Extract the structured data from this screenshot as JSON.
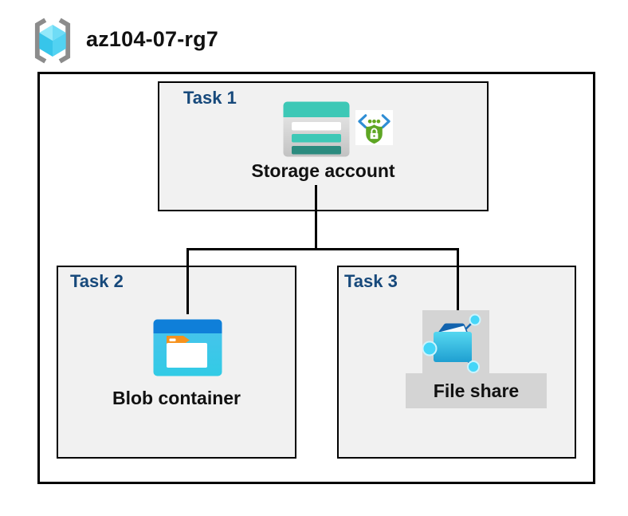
{
  "header": {
    "resource_group_name": "az104-07-rg7",
    "icon": "resource-group-icon"
  },
  "resource_group": {
    "tasks": [
      {
        "label": "Task 1",
        "resource": "Storage account",
        "icons": [
          "storage-account-icon",
          "sas-shield-lock-icon"
        ]
      },
      {
        "label": "Task 2",
        "resource": "Blob container",
        "icons": [
          "blob-container-icon"
        ]
      },
      {
        "label": "Task 3",
        "resource": "File share",
        "icons": [
          "file-share-icon"
        ]
      }
    ],
    "connections": [
      {
        "from": "Storage account",
        "to": "Blob container"
      },
      {
        "from": "Storage account",
        "to": "File share"
      }
    ]
  },
  "colors": {
    "task_label_blue": "#17497B",
    "storage_teal": "#3DC8B6",
    "storage_teal_dark": "#2B8B7F",
    "blob_title_bar_blue": "#0F7FD9",
    "blob_body_cyan": "#3FC8E8",
    "folder_tab_orange": "#F6921E",
    "file_share_folder_blue": "#2DAFDC",
    "file_share_flap_dark_blue": "#1263AE",
    "node_cyan": "#45D6F8",
    "shield_green": "#5EA624",
    "chevron_blue": "#2F8ED5",
    "bracket_gray": "#8C8C8C",
    "cube_cyan_light": "#93E9FA",
    "cube_cyan": "#37C5EA",
    "task_box_fill": "#F1F1F1",
    "gray_panel": "#D4D4D4",
    "connector_black": "#000000"
  }
}
